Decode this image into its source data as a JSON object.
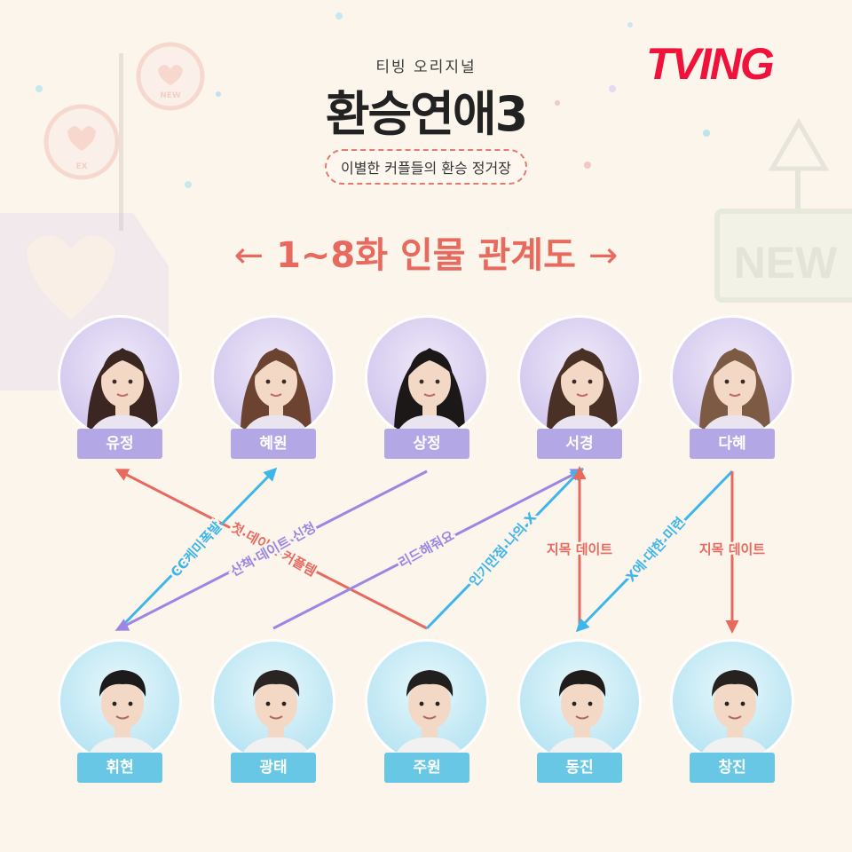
{
  "brand": "TVING",
  "header": {
    "subtitle": "티빙 오리지널",
    "show_title": "환승연애3",
    "tagline": "이별한 커플들의 환승 정거장"
  },
  "headline": {
    "left_arrow": "←",
    "text": "1~8화 인물 관계도",
    "right_arrow": "→"
  },
  "background": {
    "sign_texts": [
      "NEW",
      "EX",
      "NEW"
    ]
  },
  "colors": {
    "red": "#e8695e",
    "blue": "#3fb6ea",
    "purple": "#9b87e3",
    "female": "#b3a7e6",
    "male": "#67c7e4",
    "background": "#fbf5ec"
  },
  "people": {
    "female": [
      {
        "name": "유정",
        "hair": "#3b2621"
      },
      {
        "name": "혜원",
        "hair": "#6b4330"
      },
      {
        "name": "상정",
        "hair": "#1d1818"
      },
      {
        "name": "서경",
        "hair": "#4a3126"
      },
      {
        "name": "다혜",
        "hair": "#7d5a43"
      }
    ],
    "male": [
      {
        "name": "휘현",
        "hair": "#1c1a1a"
      },
      {
        "name": "광태",
        "hair": "#2a2523"
      },
      {
        "name": "주원",
        "hair": "#231f1e"
      },
      {
        "name": "동진",
        "hair": "#1f1c1b"
      },
      {
        "name": "창진",
        "hair": "#262220"
      }
    ]
  },
  "relations": [
    {
      "from": "주원",
      "to": "유정",
      "label": "첫 데이트 커플템",
      "color": "red"
    },
    {
      "from": "휘현",
      "to": "혜원",
      "label": "CC케미폭발",
      "color": "blue"
    },
    {
      "from": "상정",
      "to": "휘현",
      "label": "산책 데이트 신청",
      "color": "purple"
    },
    {
      "from": "광태",
      "to": "서경",
      "label": "리드해줘요",
      "color": "purple"
    },
    {
      "from": "주원",
      "to": "서경",
      "label": "인기만점 나의 X",
      "color": "blue"
    },
    {
      "from": "동진",
      "to": "서경",
      "label": "지목 데이트",
      "color": "red"
    },
    {
      "from": "다혜",
      "to": "동진",
      "label": "X에 대한 미련",
      "color": "blue"
    },
    {
      "from": "다혜",
      "to": "창진",
      "label": "지목 데이트",
      "color": "red"
    }
  ]
}
